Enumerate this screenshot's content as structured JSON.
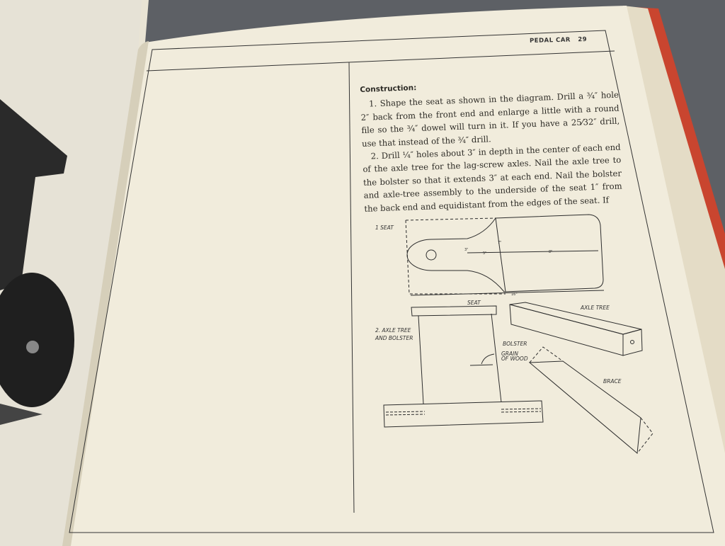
{
  "running_head": {
    "title": "PEDAL CAR",
    "page_number": "29"
  },
  "section_heading": "Construction:",
  "paragraphs": [
    "1. Shape the seat as shown in the diagram. Drill a ¾″ hole 2″ back from the front end and enlarge a little with a round file so the ¾″ dowel will turn in it. If you have a 25⁄32″ drill, use that instead of the ¾″ drill.",
    "2. Drill ¼″ holes about 3″ in depth in the center of each end of the axle tree for the lag-screw axles. Nail the axle tree to the bolster so that it extends 3″ at each end. Nail the bolster and axle-tree assembly to the underside of the seat 1″ from the back end and equidistant from the edges of the seat. If"
  ],
  "diagram": {
    "seat_label": "1 SEAT",
    "dimensions": {
      "width": "7\"",
      "neck": "3\"",
      "neck_length": "5\"",
      "body_length": "8\"",
      "total_length": "16\""
    },
    "seat_top_label": "SEAT",
    "assembly_label_1": "2. AXLE TREE",
    "assembly_label_2": "AND BOLSTER",
    "bolster_label": "BOLSTER",
    "grain_label_1": "GRAIN",
    "grain_label_2": "OF WOOD",
    "axle_tree_label": "AXLE TREE",
    "brace_label": "BRACE"
  }
}
